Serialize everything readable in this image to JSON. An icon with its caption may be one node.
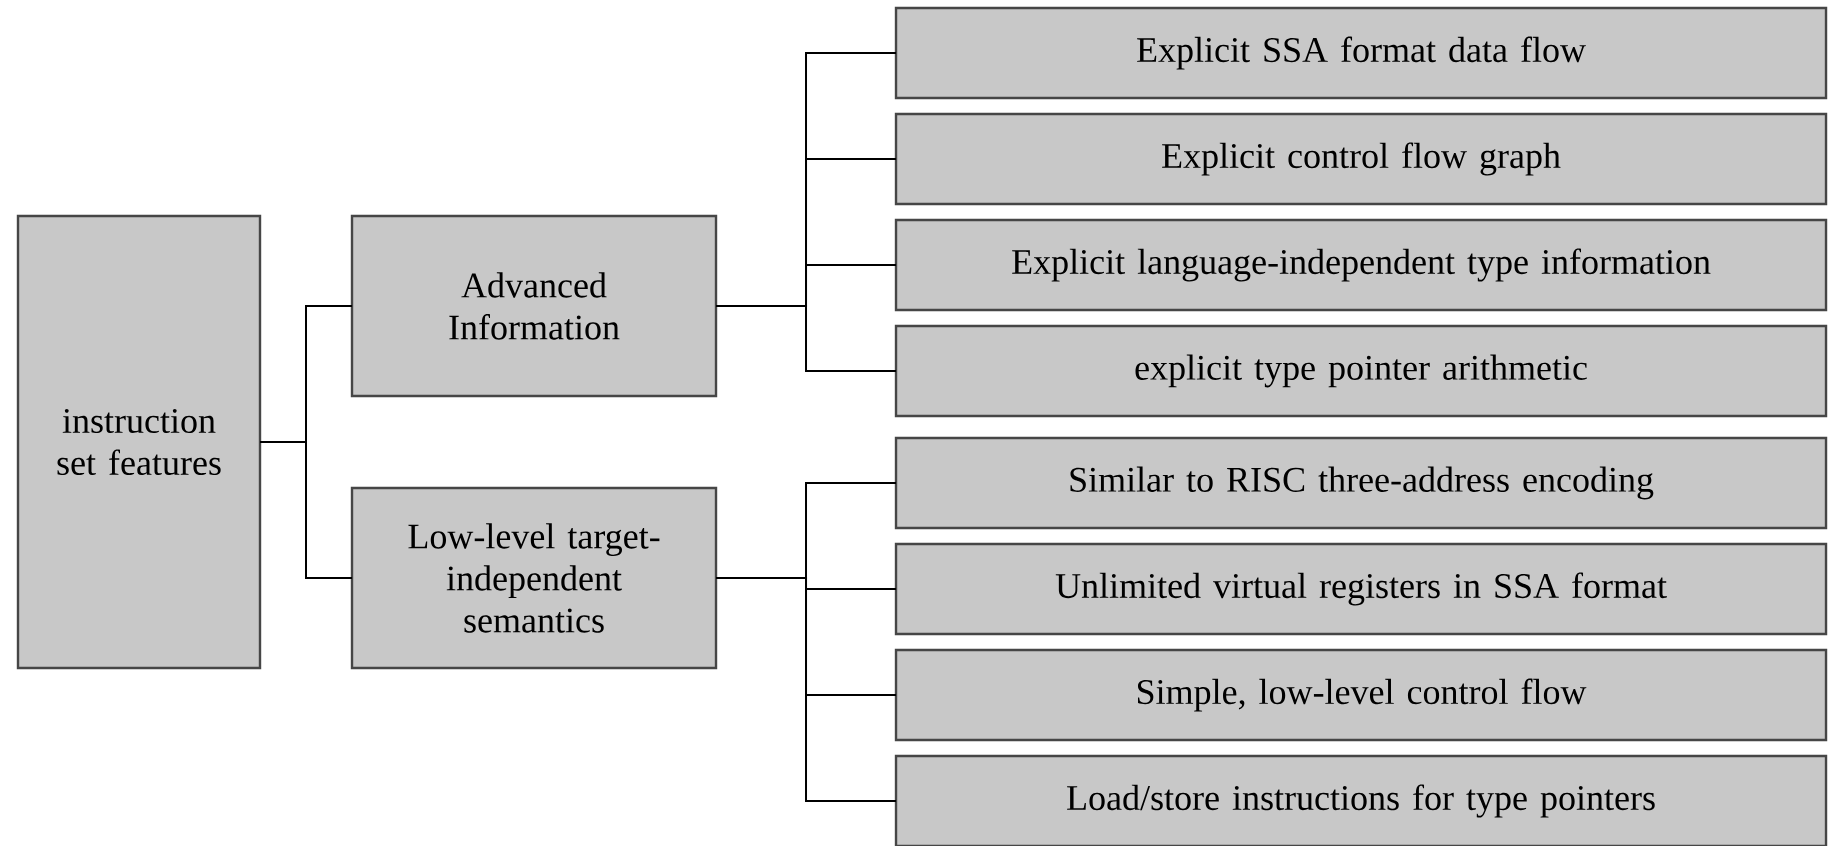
{
  "diagram": {
    "nodes": [
      {
        "text": [
          "instruction set features"
        ]
      },
      {
        "text": [
          "Advanced Information"
        ]
      },
      {
        "text": [
          "Low-level target-independent semantics"
        ]
      },
      {
        "text": [
          "Explicit SSA format data flow"
        ]
      },
      {
        "text": [
          "Explicit control flow graph"
        ]
      },
      {
        "text": [
          "Explicit language-independent type information"
        ]
      },
      {
        "text": [
          "explicit type pointer arithmetic"
        ]
      },
      {
        "text": [
          "Similar to RISC three-address encoding"
        ]
      },
      {
        "text": [
          "Unlimited virtual registers in SSA format"
        ]
      },
      {
        "text": [
          "Simple, low-level control flow"
        ]
      },
      {
        "text": [
          "Load/store instructions for type pointers"
        ]
      }
    ],
    "edges": [
      {
        "from": 0,
        "to": 1,
        "arrow": "none"
      },
      {
        "from": 0,
        "to": 2,
        "arrow": "none"
      },
      {
        "from": 1,
        "to": 3,
        "arrow": "none"
      },
      {
        "from": 1,
        "to": 4,
        "arrow": "none"
      },
      {
        "from": 1,
        "to": 5,
        "arrow": "none"
      },
      {
        "from": 1,
        "to": 6,
        "arrow": "none"
      },
      {
        "from": 2,
        "to": 7,
        "arrow": "none"
      },
      {
        "from": 2,
        "to": 8,
        "arrow": "none"
      },
      {
        "from": 2,
        "to": 9,
        "arrow": "none"
      },
      {
        "from": 2,
        "to": 10,
        "arrow": "none"
      }
    ]
  }
}
